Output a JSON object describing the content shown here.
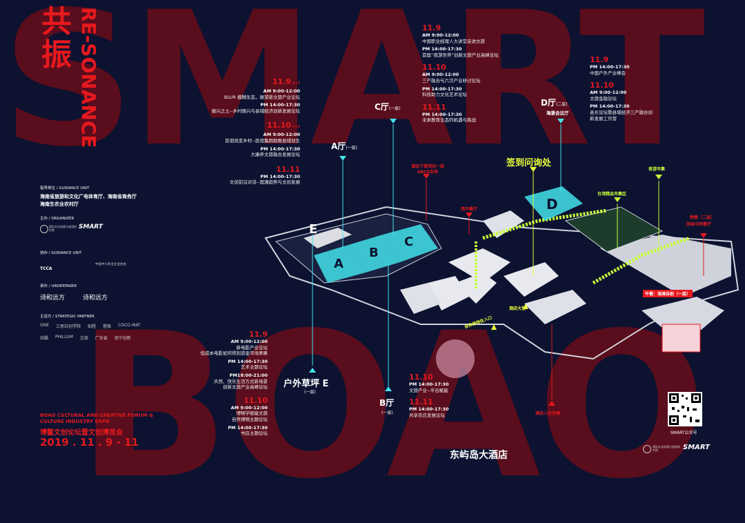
{
  "background_words": {
    "top": "SMART",
    "bottom": "BOAO"
  },
  "title": {
    "zh": "共振",
    "en": "RE-SONANCE"
  },
  "left_schedule": [
    {
      "date": "11.9",
      "tag": "A+B",
      "items": [
        {
          "time": "AM 9:00-12:00",
          "topic": "BLUR 模糊生态，展望新文旅产业论坛"
        },
        {
          "time": "PM 14:00-17:30",
          "topic": "振兴之土--乡村振兴与县域经济创新发展论坛"
        }
      ]
    },
    {
      "date": "11.10",
      "tag": "A+B",
      "items": [
        {
          "time": "AM 9:00-12:00",
          "topic": "民宿改变乡村--民宿集群助推县域创生"
        },
        {
          "time": "PM 14:00-17:30",
          "topic": "大康养文旅融合发展论坛"
        }
      ]
    },
    {
      "date": "11.11",
      "tag": "",
      "items": [
        {
          "time": "PM 14:00-17:30",
          "topic": "文创前沿对话--国潮趋势与文创发展"
        }
      ]
    }
  ],
  "c_schedule": [
    {
      "date": "11.9",
      "items": [
        {
          "time": "AM 9:00-12:00",
          "topic": "中国职业经理人大讲堂走进文旅"
        },
        {
          "time": "PM 14:00-17:30",
          "topic": "首届“夜游世界”创新文旅产业高峰论坛"
        }
      ]
    },
    {
      "date": "11.10",
      "items": [
        {
          "time": "AM 9:00-12:00",
          "topic": "三产融合与六次产业研讨论坛"
        },
        {
          "time": "PM 14:00-17:30",
          "topic": "科技助力文化艺术论坛"
        }
      ]
    },
    {
      "date": "11.11",
      "items": [
        {
          "time": "PM 14:00-17:30",
          "topic": "未来教育生态的机遇与挑战"
        }
      ]
    }
  ],
  "d_schedule": [
    {
      "date": "11.9",
      "items": [
        {
          "time": "PM 14:00-17:30",
          "topic": "中国户外产业峰会"
        }
      ]
    },
    {
      "date": "11.10",
      "items": [
        {
          "time": "AM 9:00-12:00",
          "topic": "文旅金融论坛"
        },
        {
          "time": "PM 14:00-17:30",
          "topic": "县长论坛暨县域经济三产融合创新发展工作营"
        }
      ]
    }
  ],
  "e_schedule": [
    {
      "date": "11.9",
      "items": [
        {
          "time": "AM 9:00-12:00",
          "topic": "新电影产业论坛"
        },
        {
          "time": "",
          "topic": "低成本电影如何得到资金市场青睐"
        },
        {
          "time": "PM 14:00-17:30",
          "topic": "艺术主题论坛"
        },
        {
          "time": "PM18:00-21:00",
          "topic": "天然、快乐生活方式新场景"
        },
        {
          "time": "",
          "topic": "创新文旅产业高峰论坛"
        }
      ]
    },
    {
      "date": "11.10",
      "items": [
        {
          "time": "AM 9:00-12:00",
          "topic": "博物学赋能文旅"
        },
        {
          "time": "",
          "topic": "自然博物主题论坛"
        },
        {
          "time": "PM 14:00-17:30",
          "topic": "书店主题论坛"
        }
      ]
    }
  ],
  "b_schedule": [
    {
      "date": "11.10",
      "items": [
        {
          "time": "PM 14:00-17:30",
          "topic": "文旅产业--平台赋能"
        }
      ]
    },
    {
      "date": "11.11",
      "items": [
        {
          "time": "PM 14:00-17:30",
          "topic": "共享农庄发展论坛"
        }
      ]
    }
  ],
  "halls": {
    "a": {
      "name": "A厅",
      "floor": "(一层)"
    },
    "b": {
      "name": "B厅",
      "floor": "(一层)"
    },
    "c": {
      "name": "C厅",
      "floor": "(一层)"
    },
    "d": {
      "name": "D厅",
      "floor": "(二层)",
      "sub": "海景会议厅"
    },
    "e": {
      "name": "户外草坪 E",
      "floor": "(一层)"
    }
  },
  "map_labels": {
    "checkin": "签到问询处",
    "night_market": "夜游市集",
    "taiwan_market": "台湾精品市集区",
    "abce_entry": "请由下楼到达一层ABCE会场",
    "west_restaurant": "西中餐厅",
    "hotel_lobby": "酒店大堂",
    "conference_entry": "会务接待处入口",
    "hotel_checkin": "酒店入住办理",
    "dinner": "晚餐（二层）",
    "dinner_sub": "回味中西餐厅",
    "lunch": "午餐：海滩自助（一层）",
    "hotel": "东屿岛大酒店",
    "map_letters": [
      "E",
      "A",
      "B",
      "C",
      "D"
    ]
  },
  "sections": {
    "guidance": {
      "title": "指导单位 / GUIDANCE UNIT",
      "lines": [
        "海南省旅游和文化广电体育厅、海南省商务厅",
        "海南生农业农村厅"
      ]
    },
    "organizer": {
      "title": "主办 / ORGANIZER",
      "logos": [
        "国际文化创意与旅游研究院",
        "SMART"
      ]
    },
    "co_guidance": {
      "title": "协办 / GUIDANCE UNIT",
      "logos": [
        "TCCA",
        "中国中小商业企业协会"
      ]
    },
    "undertaker": {
      "title": "承办 / UNDERTAKER",
      "logos": [
        "诗和远方",
        "诗和远方"
      ]
    },
    "partner": {
      "title": "主运方 / STRATEGIC PARTNER",
      "logos": [
        "ONE",
        "三思石创学院",
        "如程",
        "借宿",
        "COCO-MAT",
        "炫酷",
        "PHILLUM",
        "文旅",
        "广东省",
        "南宁创新"
      ]
    }
  },
  "event": {
    "en_title_1": "BOAO CULTURAL AND CREATIVE FORUM &",
    "en_title_2": "CULTURE INDUSTRY EXPO",
    "zh_title": "博鳌文创论坛暨文创博览会",
    "dates": "2019 . 11 . 9 - 11"
  },
  "footer": {
    "qr_caption": "SMART公众号",
    "bottom_logos": [
      "国际文化创意与旅游研究院",
      "SMART"
    ]
  },
  "colors": {
    "accent_red": "#e6191e",
    "cyan": "#43e3ea",
    "lime": "#c8ff3c",
    "bg": "#0c1230"
  }
}
